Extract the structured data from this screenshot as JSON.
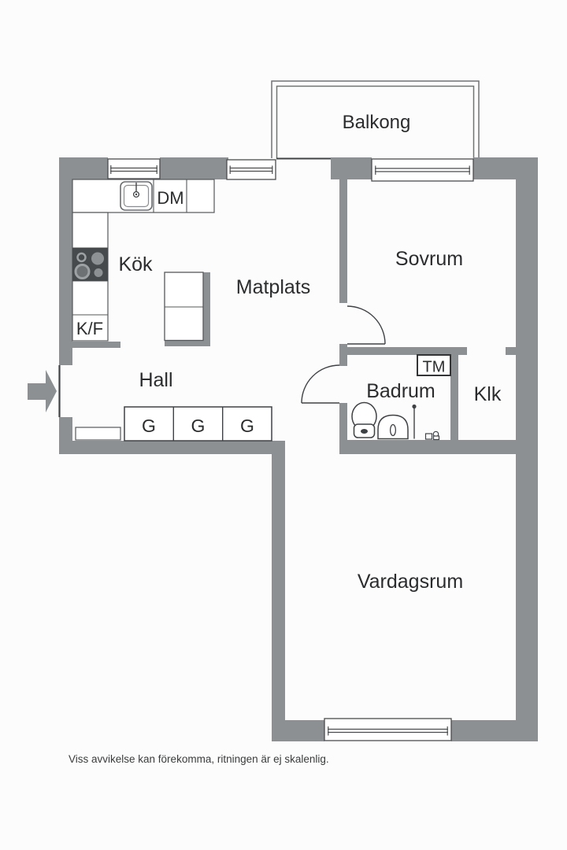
{
  "title": "Floor plan",
  "colors": {
    "background": "#fcfcfc",
    "wall": "#8c9093",
    "line": "#3f4245",
    "fixture": "#3f4245",
    "win_stroke": "#4a4c4e",
    "thin": "#55585a",
    "stove": "#474a4c",
    "burner": "#8e9194",
    "text": "#2b2c2e",
    "muted": "#3a3b3c",
    "balcony": "#707275"
  },
  "icons": {
    "entry_arrow": "right-arrow"
  },
  "floorplan": {
    "rooms": {
      "balkong": {
        "label": "Balkong"
      },
      "sovrum": {
        "label": "Sovrum"
      },
      "matplats": {
        "label": "Matplats"
      },
      "kok": {
        "label": "Kök"
      },
      "hall": {
        "label": "Hall"
      },
      "badrum": {
        "label": "Badrum"
      },
      "klk": {
        "label": "Klk"
      },
      "vardagsrum": {
        "label": "Vardagsrum"
      }
    },
    "fixtures": {
      "dishwasher": {
        "label": "DM"
      },
      "fridge_freezer": {
        "label": "K/F"
      },
      "washing_machine": {
        "label": "TM"
      },
      "wardrobes": [
        {
          "label": "G"
        },
        {
          "label": "G"
        },
        {
          "label": "G"
        }
      ]
    },
    "disclaimer": "Viss avvikelse kan förekomma, ritningen är ej skalenlig."
  }
}
